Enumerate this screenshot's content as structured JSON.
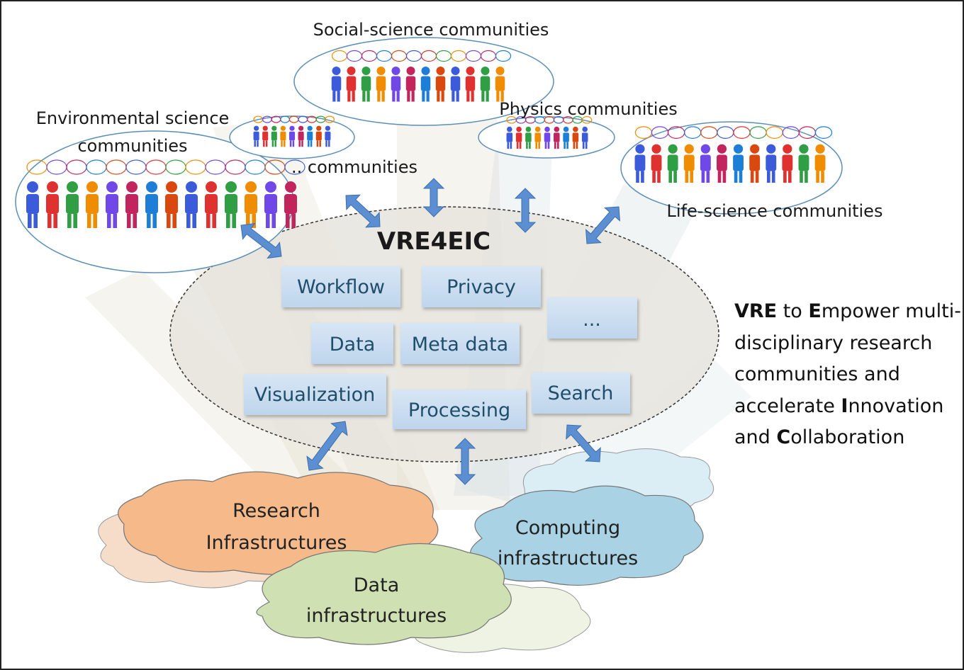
{
  "communities": {
    "social": "Social-science communities",
    "environmental_line1": "Environmental science",
    "environmental_line2": "communities",
    "other": ".. communities",
    "physics": "Physics communities",
    "life": "Life-science communities"
  },
  "core": {
    "title": "VRE4EIC",
    "components": {
      "workflow": "Workflow",
      "privacy": "Privacy",
      "more": "...",
      "data": "Data",
      "metadata": "Meta data",
      "visualization": "Visualization",
      "processing": "Processing",
      "search": "Search"
    }
  },
  "infrastructures": {
    "research_line1": "Research",
    "research_line2": "Infrastructures",
    "computing_line1": "Computing",
    "computing_line2": "infrastructures",
    "data_line1": "Data",
    "data_line2": "infrastructures"
  },
  "tagline": {
    "vre": "VRE",
    "to": " to ",
    "e": "E",
    "empower_rest": "mpower multi-disciplinary research communities and accelerate ",
    "i": "I",
    "innovation_rest": "nnovation and ",
    "c": "C",
    "collaboration_rest": "ollaboration"
  },
  "colors": {
    "component_fill": "#c9dcf0",
    "component_text": "#1f4e6b",
    "arrow": "#5b8fd1",
    "core_fill": "#e8e6df",
    "research_cloud": "#f5b98a",
    "computing_cloud": "#a9d3e4",
    "data_cloud": "#cfe0b2"
  },
  "icons": {
    "people": "people-group-icon",
    "arrow": "double-arrow-icon",
    "cloud": "cloud-icon"
  }
}
